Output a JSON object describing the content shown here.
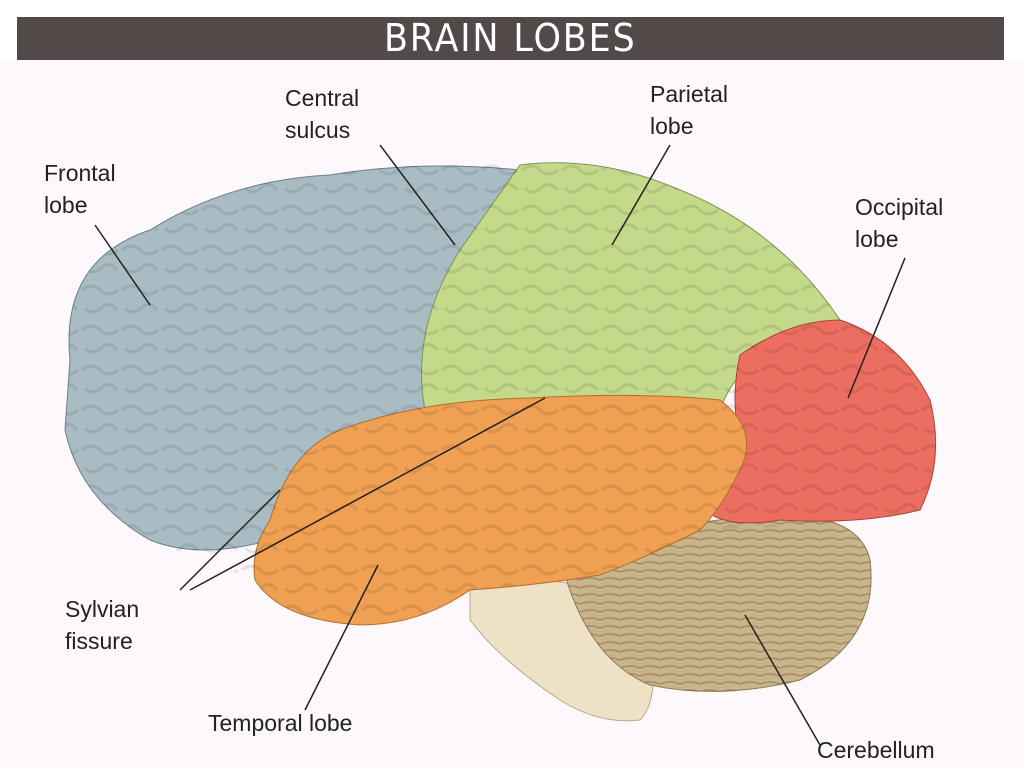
{
  "title": "BRAIN LOBES",
  "labels": {
    "central_sulcus": [
      "Central",
      "sulcus"
    ],
    "parietal": [
      "Parietal",
      "lobe"
    ],
    "frontal": [
      "Frontal",
      "lobe"
    ],
    "occipital": [
      "Occipital",
      "lobe"
    ],
    "sylvian": [
      "Sylvian",
      "fissure"
    ],
    "temporal": "Temporal lobe",
    "cerebellum": "Cerebellum"
  },
  "colors": {
    "title_bar": "#514a49",
    "frontal": "#a9bcc4",
    "parietal": "#c4d98a",
    "occipital": "#ec6e60",
    "temporal": "#f0a052",
    "cerebellum": "#c9b58c",
    "brainstem": "#ede2c6"
  }
}
